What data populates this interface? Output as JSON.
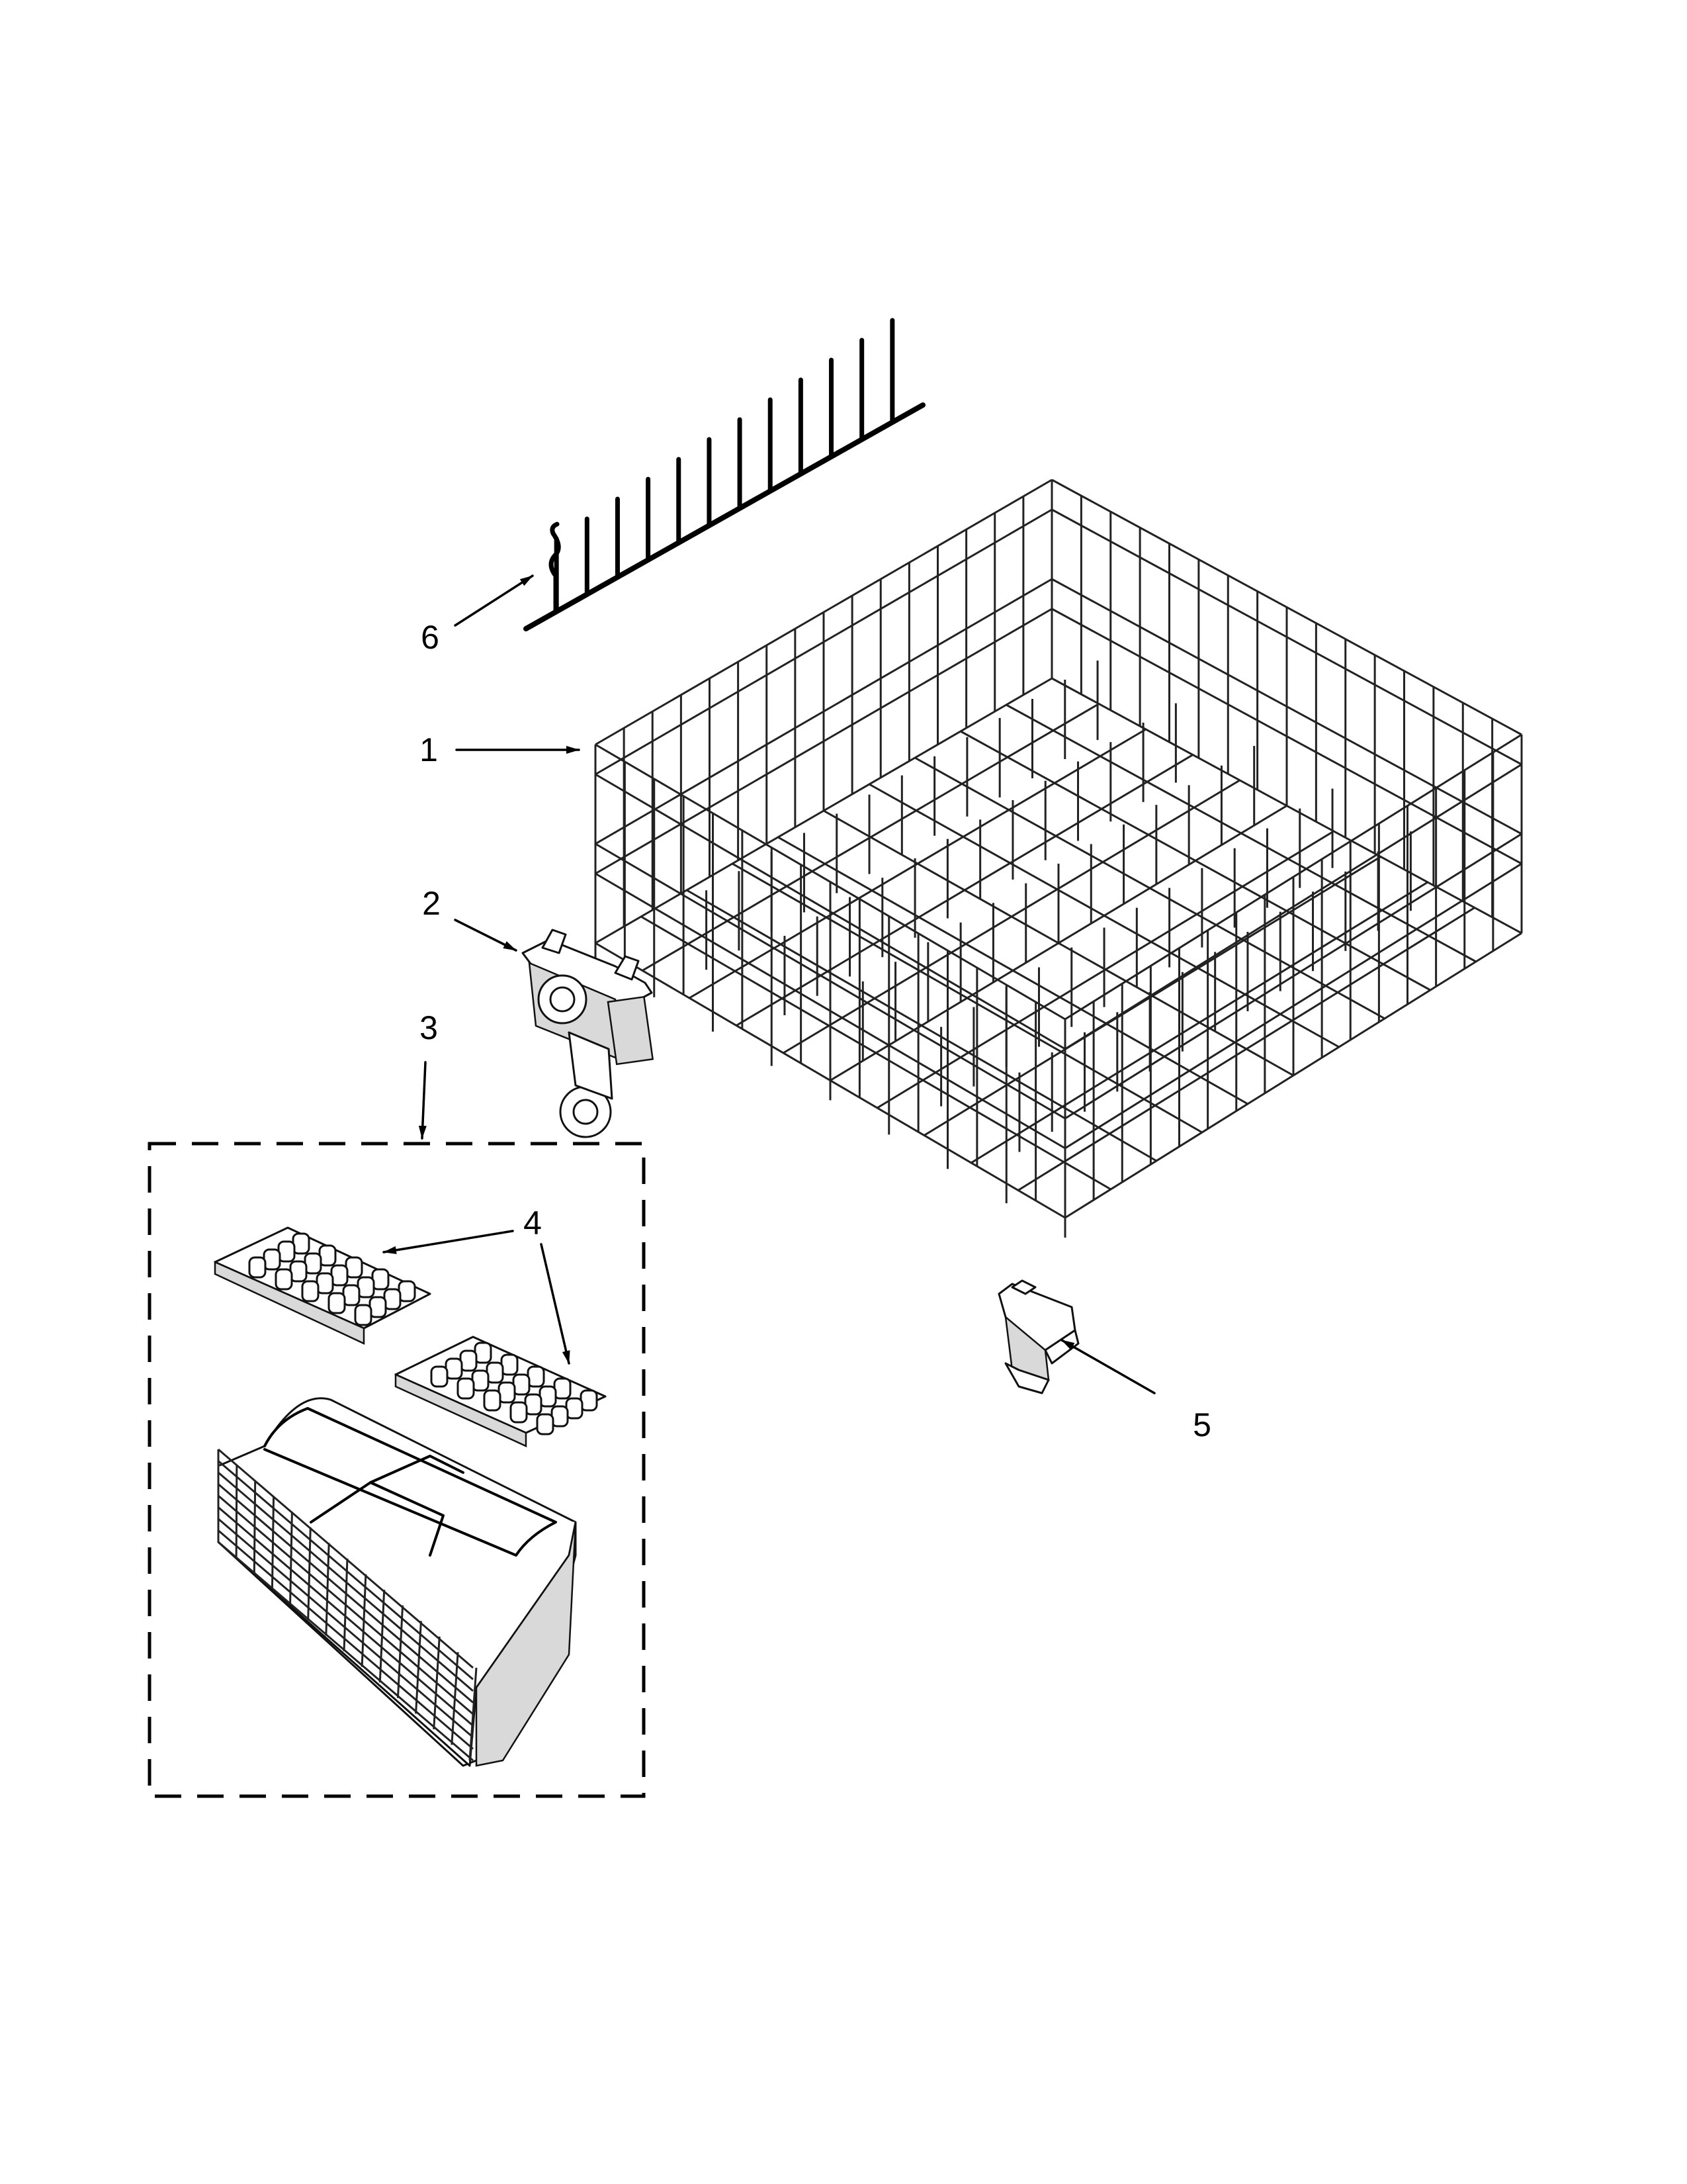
{
  "diagram": {
    "callouts": [
      {
        "id": "1",
        "label": "1"
      },
      {
        "id": "2",
        "label": "2"
      },
      {
        "id": "3",
        "label": "3"
      },
      {
        "id": "4",
        "label": "4"
      },
      {
        "id": "5",
        "label": "5"
      },
      {
        "id": "6",
        "label": "6"
      }
    ],
    "parts": [
      {
        "callout": "1",
        "name": "lower-dishrack"
      },
      {
        "callout": "2",
        "name": "rack-wheel-assembly"
      },
      {
        "callout": "3",
        "name": "silverware-basket-assembly"
      },
      {
        "callout": "4",
        "name": "basket-lid"
      },
      {
        "callout": "5",
        "name": "rack-clip"
      },
      {
        "callout": "6",
        "name": "tine-row"
      }
    ],
    "colors": {
      "ink": "#000000",
      "background": "#ffffff",
      "shade": "#d9d9d9"
    }
  }
}
